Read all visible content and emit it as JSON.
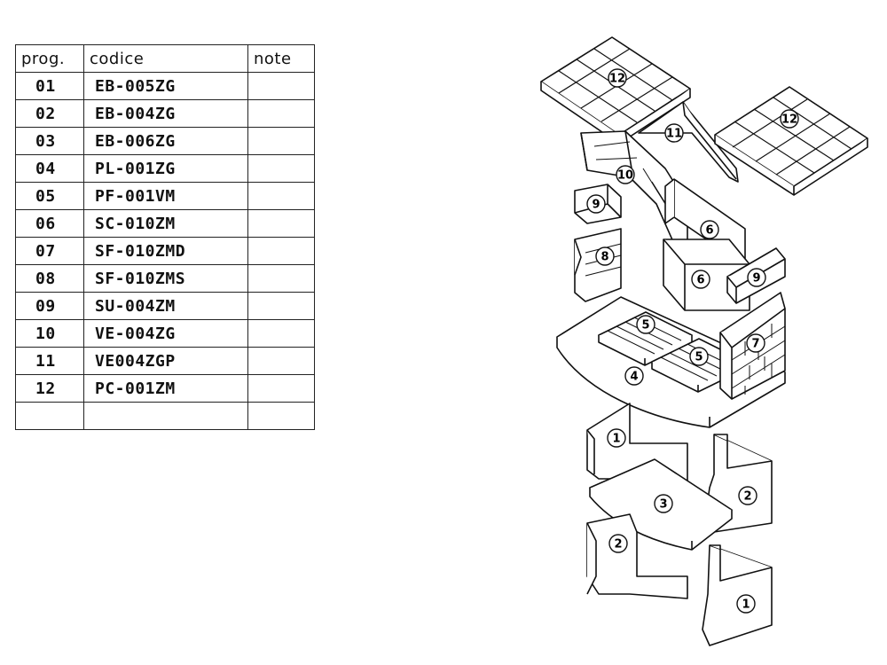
{
  "table": {
    "headers": [
      "prog.",
      "codice",
      "note"
    ],
    "rows": [
      {
        "prog": "01",
        "code": "EB-005ZG",
        "note": ""
      },
      {
        "prog": "02",
        "code": "EB-004ZG",
        "note": ""
      },
      {
        "prog": "03",
        "code": "EB-006ZG",
        "note": ""
      },
      {
        "prog": "04",
        "code": "PL-001ZG",
        "note": ""
      },
      {
        "prog": "05",
        "code": "PF-001VM",
        "note": ""
      },
      {
        "prog": "06",
        "code": "SC-010ZM",
        "note": ""
      },
      {
        "prog": "07",
        "code": "SF-010ZMD",
        "note": ""
      },
      {
        "prog": "08",
        "code": "SF-010ZMS",
        "note": ""
      },
      {
        "prog": "09",
        "code": "SU-004ZM",
        "note": ""
      },
      {
        "prog": "10",
        "code": "VE-004ZG",
        "note": ""
      },
      {
        "prog": "11",
        "code": "VE004ZGP",
        "note": ""
      },
      {
        "prog": "12",
        "code": "PC-001ZM",
        "note": ""
      },
      {
        "prog": "",
        "code": "",
        "note": ""
      }
    ]
  },
  "diagram": {
    "callouts": {
      "c1a": "1",
      "c1b": "1",
      "c2a": "2",
      "c2b": "2",
      "c3": "3",
      "c4": "4",
      "c5a": "5",
      "c5b": "5",
      "c6a": "6",
      "c6b": "6",
      "c7": "7",
      "c8": "8",
      "c9a": "9",
      "c9b": "9",
      "c10": "10",
      "c11": "11",
      "c12a": "12",
      "c12b": "12"
    }
  }
}
